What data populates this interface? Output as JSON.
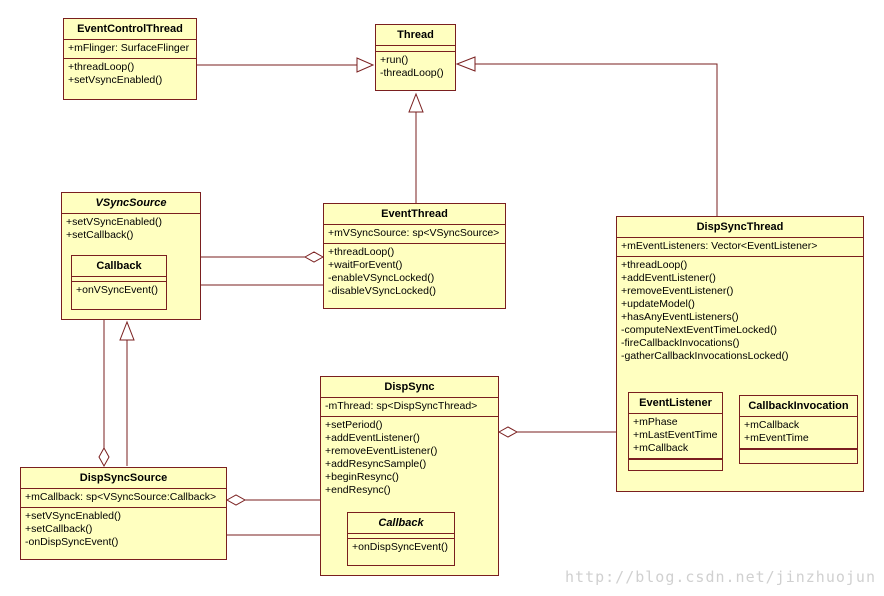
{
  "classes": {
    "event_control_thread": {
      "name": "EventControlThread",
      "attributes": [
        "+mFlinger: SurfaceFlinger"
      ],
      "operations": [
        "+threadLoop()",
        "+setVsyncEnabled()"
      ]
    },
    "thread": {
      "name": "Thread",
      "attributes": [],
      "operations": [
        "+run()",
        "-threadLoop()"
      ]
    },
    "vsync_source": {
      "name": "VSyncSource",
      "attributes": [
        "+setVSyncEnabled()",
        "+setCallback()"
      ]
    },
    "vsync_source_callback": {
      "name": "Callback",
      "operations": [
        "+onVSyncEvent()"
      ]
    },
    "event_thread": {
      "name": "EventThread",
      "attributes": [
        "+mVSyncSource: sp<VSyncSource>"
      ],
      "operations": [
        "+threadLoop()",
        "+waitForEvent()",
        "-enableVSyncLocked()",
        "-disableVSyncLocked()"
      ]
    },
    "disp_sync_thread": {
      "name": "DispSyncThread",
      "attributes": [
        "+mEventListeners: Vector<EventListener>"
      ],
      "operations": [
        "+threadLoop()",
        "+addEventListener()",
        "+removeEventListener()",
        "+updateModel()",
        "+hasAnyEventListeners()",
        "-computeNextEventTimeLocked()",
        "-fireCallbackInvocations()",
        "-gatherCallbackInvocationsLocked()"
      ]
    },
    "event_listener": {
      "name": "EventListener",
      "attributes": [
        "+mPhase",
        "+mLastEventTime",
        "+mCallback"
      ]
    },
    "callback_invocation": {
      "name": "CallbackInvocation",
      "attributes": [
        "+mCallback",
        "+mEventTime"
      ]
    },
    "disp_sync": {
      "name": "DispSync",
      "attributes": [
        "-mThread: sp<DispSyncThread>"
      ],
      "operations": [
        "+setPeriod()",
        "+addEventListener()",
        "+removeEventListener()",
        "+addResyncSample()",
        "+beginResync()",
        "+endResync()"
      ]
    },
    "disp_sync_callback": {
      "name": "Callback",
      "operations": [
        "+onDispSyncEvent()"
      ]
    },
    "disp_sync_source": {
      "name": "DispSyncSource",
      "attributes": [
        "+mCallback: sp<VSyncSource:Callback>"
      ],
      "operations": [
        "+setVSyncEnabled()",
        "+setCallback()",
        "-onDispSyncEvent()"
      ]
    }
  },
  "watermark": "http://blog.csdn.net/jinzhuojun",
  "colors": {
    "border": "#7a1f1f",
    "fill": "#ffffc0",
    "background": "#ffffff"
  }
}
